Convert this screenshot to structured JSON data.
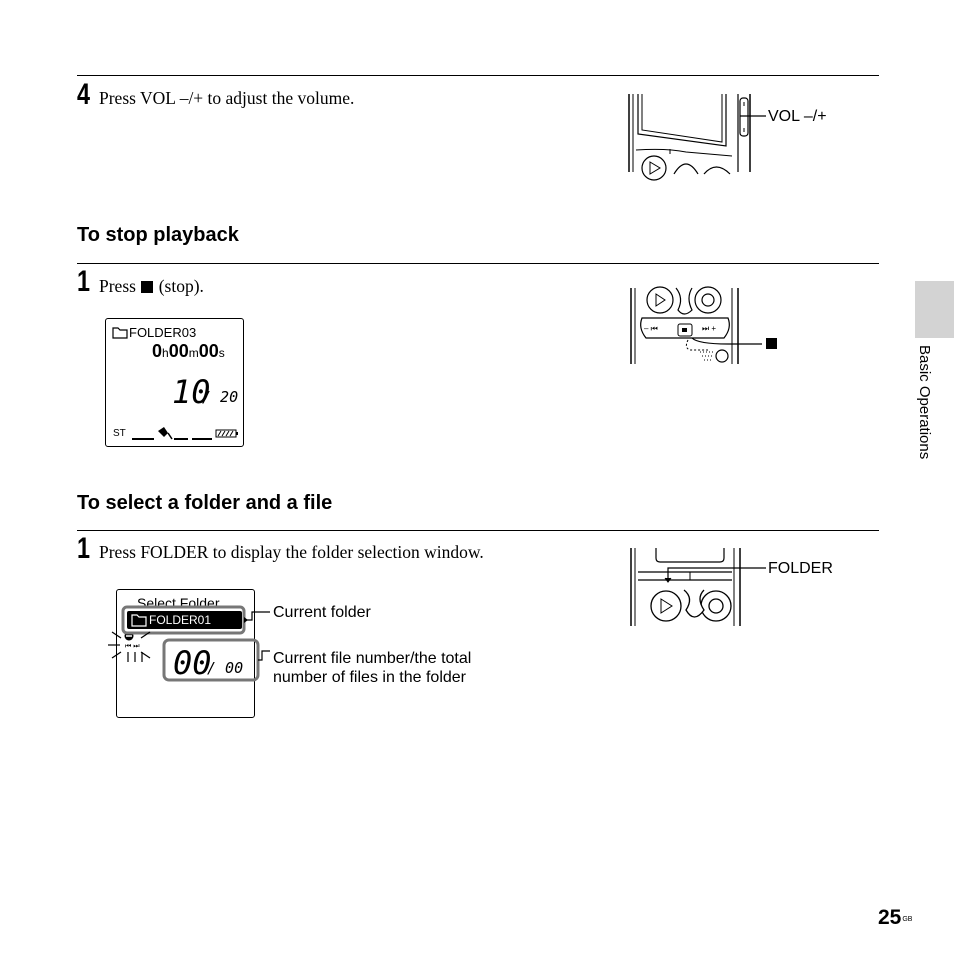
{
  "section1": {
    "step_number": "4",
    "instruction": "Press VOL –/+ to adjust the volume.",
    "callout_vol": "VOL –/+"
  },
  "stop_playback": {
    "heading": "To stop playback",
    "step_number": "1",
    "instruction_pre": "Press",
    "instruction_post": "(stop).",
    "display": {
      "folder": "FOLDER03",
      "time_h": "0",
      "time_h_unit": "h",
      "time_m": "00",
      "time_m_unit": "m",
      "time_s": "00",
      "time_s_unit": "s",
      "file_number": "10",
      "total_files": "/ 20",
      "mode": "ST"
    }
  },
  "select_folder": {
    "heading": "To select a folder and a file",
    "step_number": "1",
    "instruction": "Press FOLDER to display the folder selection window.",
    "callout_folder_button": "FOLDER",
    "display": {
      "title": "Select Folder",
      "folder": "FOLDER01",
      "file_number": "00",
      "total_files": "/ 00"
    },
    "callout_current_folder": "Current folder",
    "callout_file_number_line1": "Current file number/the total",
    "callout_file_number_line2": "number of files in the folder"
  },
  "side_tab": {
    "label": "Basic Operations"
  },
  "page": {
    "number": "25",
    "suffix": "GB"
  }
}
